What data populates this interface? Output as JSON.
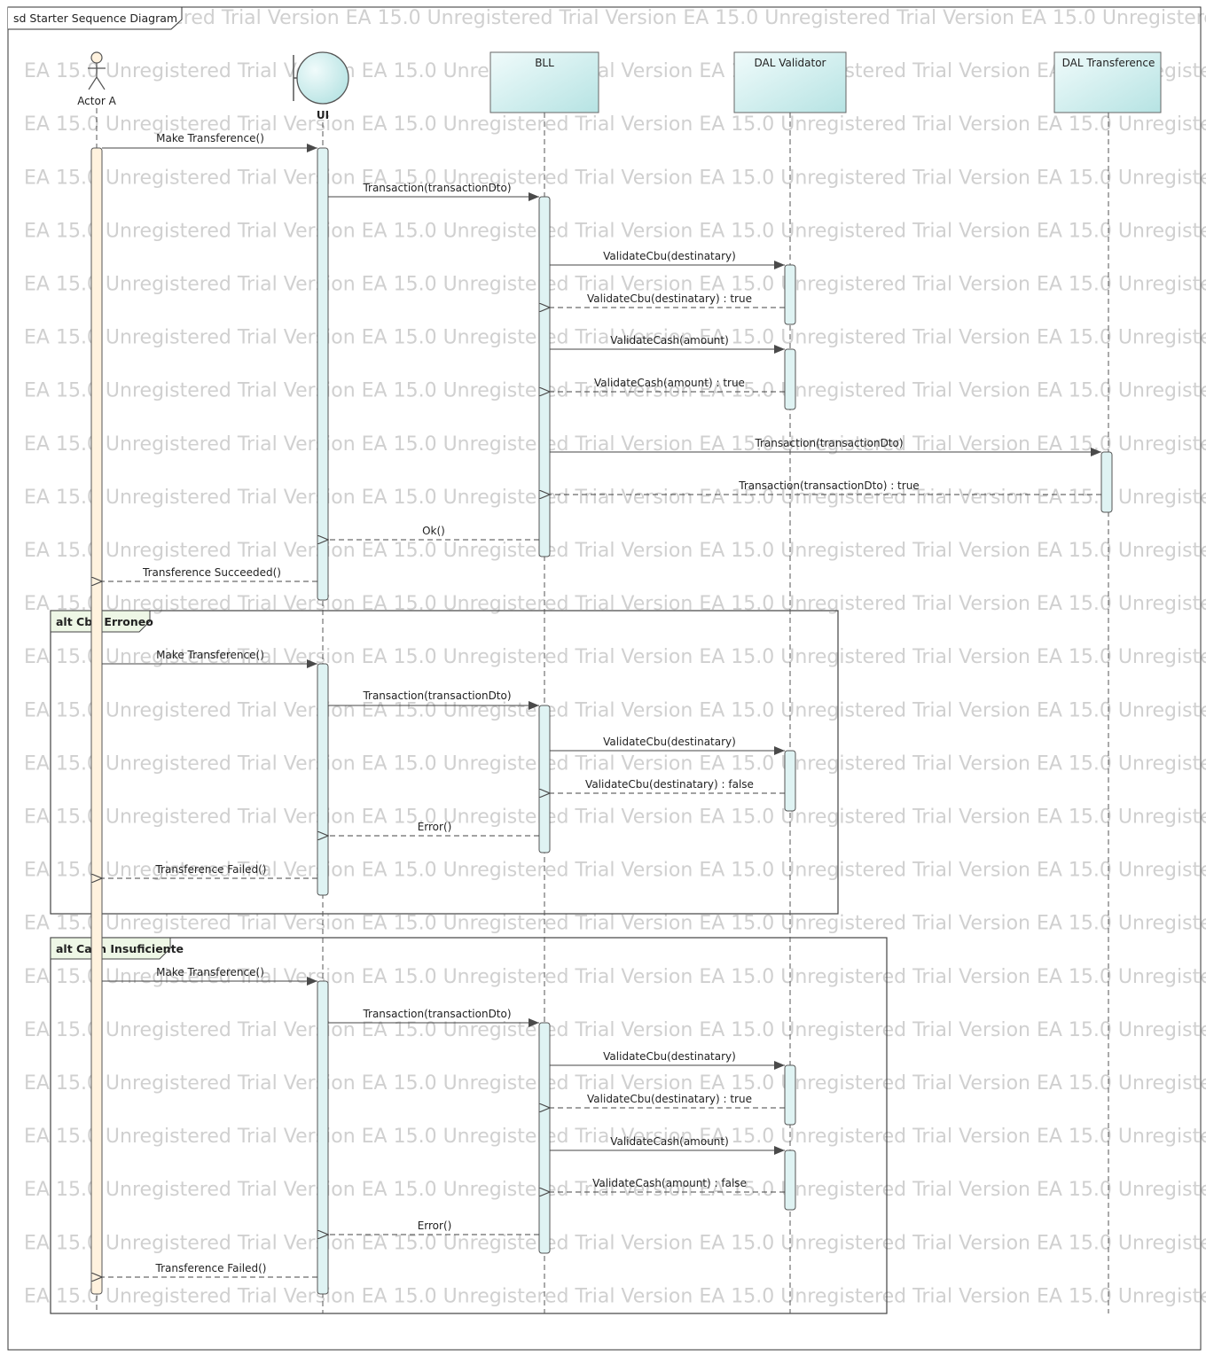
{
  "frame_title": "sd Starter Sequence Diagram",
  "watermark_text": "EA 15.0 Unregistered Trial Version",
  "colors": {
    "actor_activation": "#fff2de",
    "activation": "#dff3f3",
    "lifeline_head_top": "#f0fbfb",
    "lifeline_head_bottom": "#b6e3e3",
    "fragment_label_bg": "#eef7e6",
    "line": "#444444"
  },
  "lifelines": [
    {
      "id": "actor",
      "name": "Actor A",
      "kind": "actor"
    },
    {
      "id": "ui",
      "name": "UI",
      "kind": "boundary"
    },
    {
      "id": "bll",
      "name": "BLL",
      "kind": "box"
    },
    {
      "id": "dalv",
      "name": "DAL Validator",
      "kind": "box"
    },
    {
      "id": "dalt",
      "name": "DAL Transference",
      "kind": "box"
    }
  ],
  "fragments": [
    {
      "label": "alt Cbu Erroneo"
    },
    {
      "label": "alt Cash Insuficiente"
    }
  ],
  "messages": [
    {
      "text": "Make Transference()",
      "type": "sync"
    },
    {
      "text": "Transaction(transactionDto)",
      "type": "sync"
    },
    {
      "text": "ValidateCbu(destinatary)",
      "type": "sync"
    },
    {
      "text": "ValidateCbu(destinatary) : true",
      "type": "reply"
    },
    {
      "text": "ValidateCash(amount)",
      "type": "sync"
    },
    {
      "text": "ValidateCash(amount) : true",
      "type": "reply"
    },
    {
      "text": "Transaction(transactionDto)",
      "type": "sync"
    },
    {
      "text": "Transaction(transactionDto) : true",
      "type": "reply"
    },
    {
      "text": "Ok()",
      "type": "reply"
    },
    {
      "text": "Transference Succeeded()",
      "type": "reply"
    },
    {
      "text": "Make Transference()",
      "type": "sync"
    },
    {
      "text": "Transaction(transactionDto)",
      "type": "sync"
    },
    {
      "text": "ValidateCbu(destinatary)",
      "type": "sync"
    },
    {
      "text": "ValidateCbu(destinatary) : false",
      "type": "reply"
    },
    {
      "text": "Error()",
      "type": "reply"
    },
    {
      "text": "Transference Failed()",
      "type": "reply"
    },
    {
      "text": "Make Transference()",
      "type": "sync"
    },
    {
      "text": "Transaction(transactionDto)",
      "type": "sync"
    },
    {
      "text": "ValidateCbu(destinatary)",
      "type": "sync"
    },
    {
      "text": "ValidateCbu(destinatary) : true",
      "type": "reply"
    },
    {
      "text": "ValidateCash(amount)",
      "type": "sync"
    },
    {
      "text": "ValidateCash(amount) : false",
      "type": "reply"
    },
    {
      "text": "Error()",
      "type": "reply"
    },
    {
      "text": "Transference Failed()",
      "type": "reply"
    }
  ]
}
